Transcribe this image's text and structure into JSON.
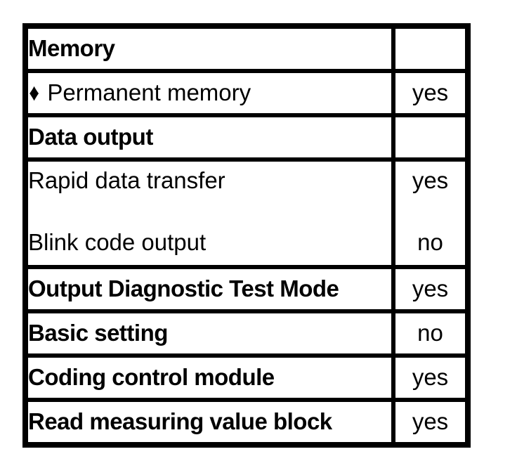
{
  "colors": {
    "border": "#000000",
    "text": "#000000",
    "background": "#ffffff"
  },
  "table": {
    "rows": [
      {
        "label": "Memory",
        "value": ""
      },
      {
        "bullet": "♦",
        "label": "Permanent memory",
        "value": "yes"
      },
      {
        "label": "Data output",
        "value": ""
      },
      {
        "label": "Rapid data transfer",
        "value": "yes",
        "label2": "Blink code output",
        "value2": "no"
      },
      {
        "label": "Output Diagnostic Test Mode",
        "value": "yes"
      },
      {
        "label": "Basic setting",
        "value": "no"
      },
      {
        "label": "Coding control module",
        "value": "yes"
      },
      {
        "label": "Read measuring value block",
        "value": "yes"
      }
    ]
  }
}
